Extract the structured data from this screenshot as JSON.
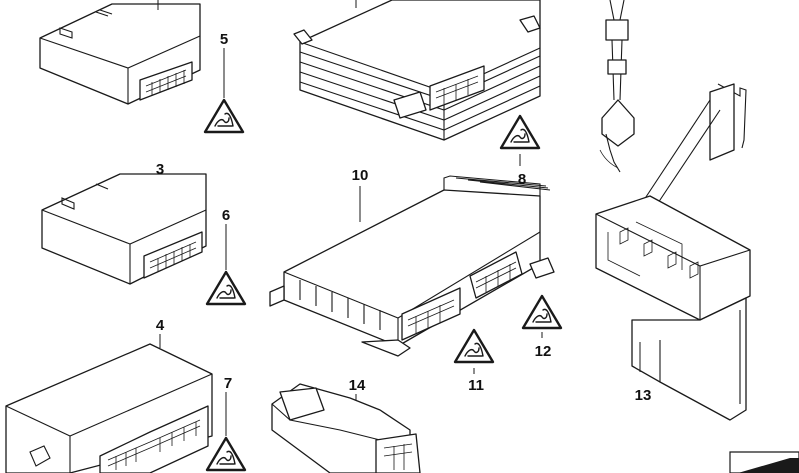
{
  "title": "Control units exploded parts diagram",
  "callouts": {
    "p3": "3",
    "p4": "4",
    "p5": "5",
    "p6": "6",
    "p7": "7",
    "p8": "8",
    "p10": "10",
    "p11": "11",
    "p12": "12",
    "p13": "13",
    "p14": "14"
  },
  "icons": {
    "warning": "electrostatic-warning-icon"
  },
  "colors": {
    "line": "#1a1a1a",
    "background": "#ffffff"
  }
}
